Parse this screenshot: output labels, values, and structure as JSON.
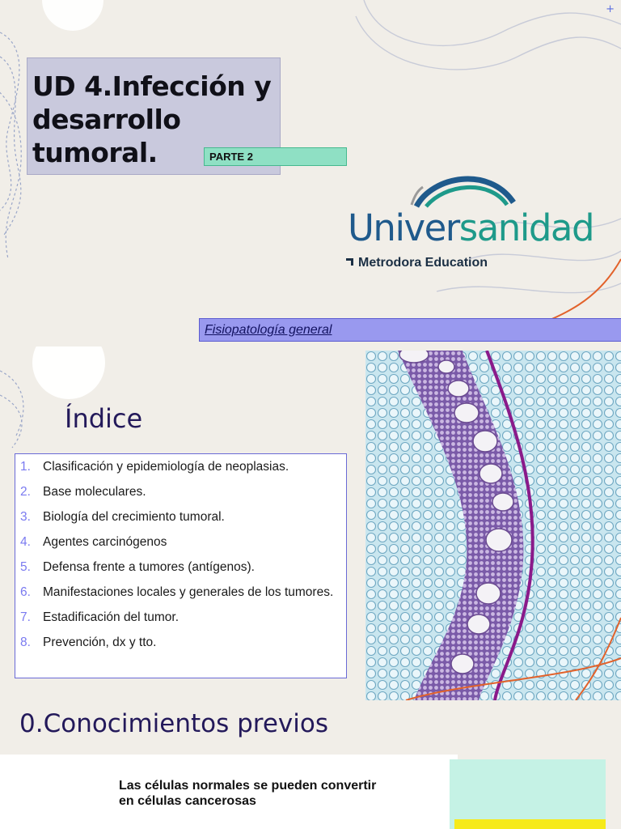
{
  "slide1": {
    "title": "UD 4.Infección y desarrollo tumoral.",
    "part_label": "PARTE 2",
    "logo": {
      "word_a": "Univer",
      "word_b": "sanidad",
      "subtitle": "Metrodora Education"
    },
    "subject": "Fisiopatología general",
    "plus_mark": "+"
  },
  "slide2": {
    "heading": "Índice",
    "items": [
      {
        "num": "1.",
        "text": "Clasificación y epidemiología de neoplasias."
      },
      {
        "num": "2.",
        "text": "Base moleculares."
      },
      {
        "num": "3.",
        "text": "Biología del crecimiento tumoral."
      },
      {
        "num": "4.",
        "text": "Agentes carcinógenos"
      },
      {
        "num": "5.",
        "text": "Defensa frente a tumores (antígenos)."
      },
      {
        "num": "6.",
        "text": "Manifestaciones locales y generales de los tumores."
      },
      {
        "num": "7.",
        "text": "Estadificación del tumor."
      },
      {
        "num": "8.",
        "text": "Prevención, dx y tto."
      }
    ]
  },
  "slide3": {
    "heading": "0.Conocimientos previos",
    "card_text": "Las células normales se pueden convertir en células cancerosas"
  },
  "colors": {
    "heading": "#23195a",
    "logo_blue": "#1f5a8c",
    "logo_teal": "#1e9a8a",
    "accent_orange": "#e2622b",
    "index_number": "#7a7af0"
  }
}
